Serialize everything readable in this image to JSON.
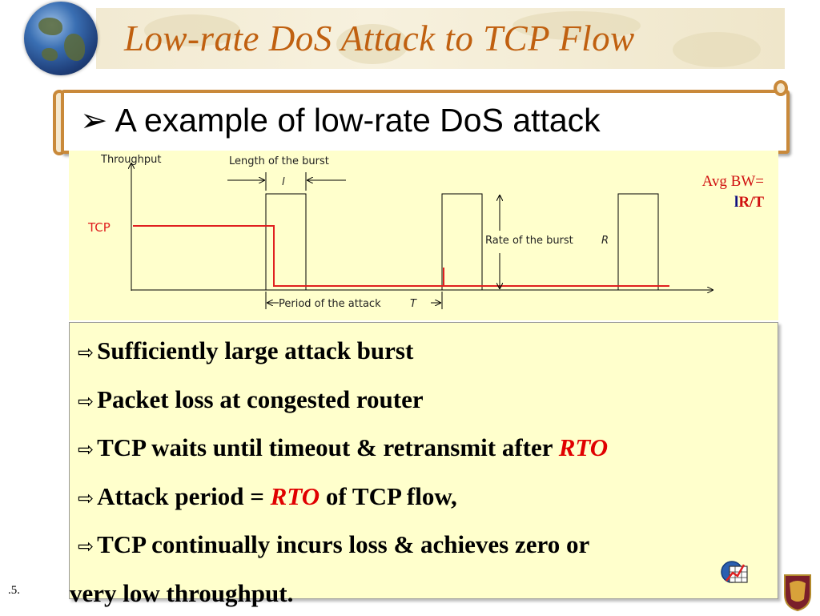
{
  "slide": {
    "title": "Low-rate DoS Attack to TCP Flow",
    "subtitle_bullet": "➢",
    "subtitle": "A example of low-rate DoS attack",
    "page_number": ".5."
  },
  "diagram": {
    "throughput_label": "Throughput",
    "burst_length_label": "Length of the burst",
    "burst_length_symbol": "l",
    "burst_rate_label": "Rate of the burst",
    "burst_rate_symbol": "R",
    "period_label": "Period of the attack",
    "period_symbol": "T",
    "tcp_label": "TCP",
    "avg_bw_line1": "Avg BW=",
    "avg_bw_line2_prefix": "l",
    "avg_bw_line2_suffix": "R/T",
    "colors": {
      "tcp": "#e02020",
      "burst": "#000000",
      "background": "#ffffcc"
    }
  },
  "points": [
    {
      "text": "Sufficiently large attack burst"
    },
    {
      "text": "Packet loss at congested router"
    },
    {
      "text": "TCP waits until timeout & retransmit after ",
      "emph": "RTO"
    },
    {
      "text": "Attack period = ",
      "emph": "RTO",
      "after": " of TCP flow,"
    },
    {
      "text": "TCP continually incurs loss & achieves zero or"
    },
    {
      "text": "very low throughput."
    }
  ],
  "bullet_glyph": "⇨",
  "icons": {
    "chart": "chart-icon",
    "globe": "globe-icon",
    "crest": "crest-icon"
  },
  "colors": {
    "title": "#c06010",
    "scroll_border": "#c9893a",
    "emphasis": "#e00000"
  }
}
